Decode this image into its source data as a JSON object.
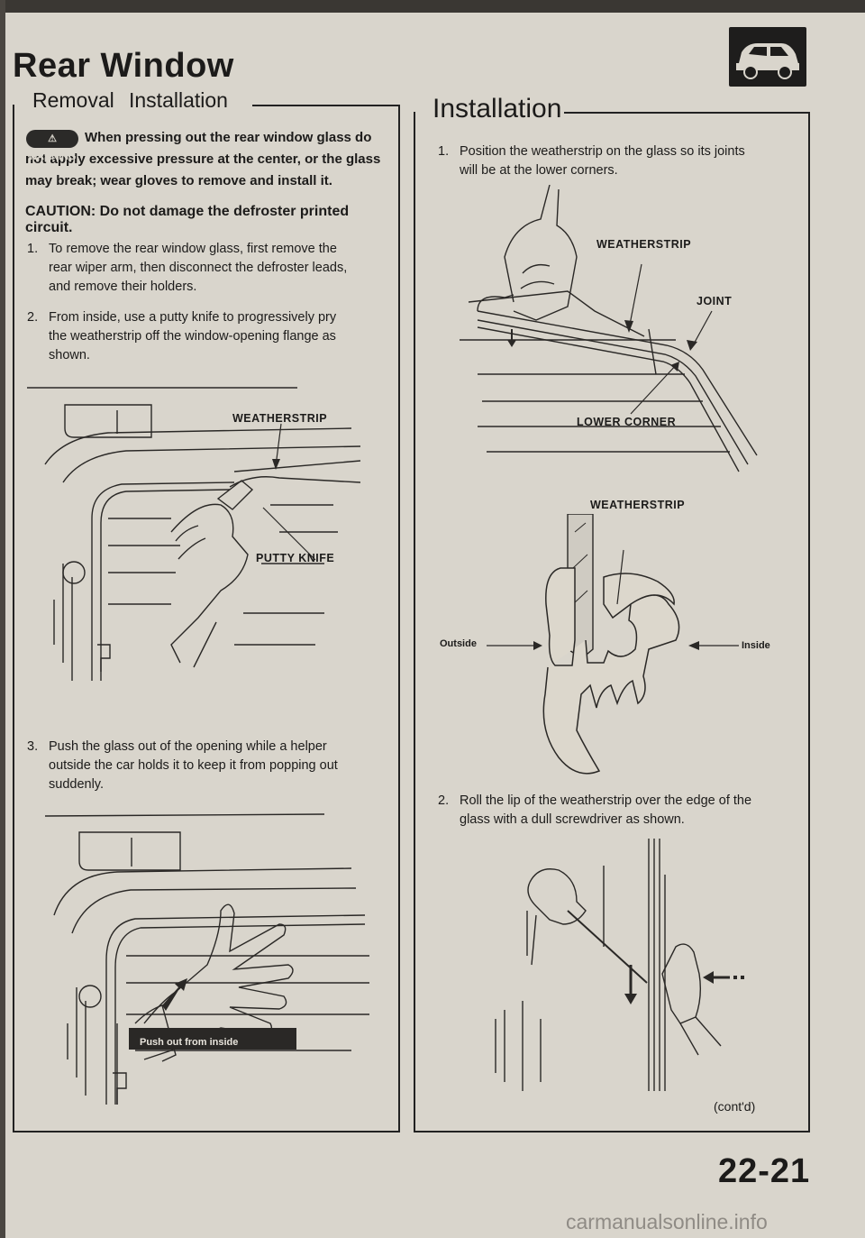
{
  "header": {
    "title": "Rear Window",
    "tab_removal": "Removal",
    "tab_installation": "Installation"
  },
  "removal": {
    "warning_badge": "WARNING",
    "warning_text": "When pressing out the rear window glass do not apply excessive pressure at the center, or the glass may break; wear gloves to remove and install it.",
    "caution_text": "CAUTION: Do not damage the defroster printed circuit.",
    "steps": [
      {
        "num": "1.",
        "lines": [
          "To remove the rear window glass, first remove the",
          "rear wiper arm, then disconnect the defroster leads,",
          "and remove their holders."
        ]
      },
      {
        "num": "2.",
        "lines": [
          "From inside, use a putty knife to progressively pry",
          "the weatherstrip off the window-opening flange as",
          "shown."
        ]
      },
      {
        "num": "3.",
        "lines": [
          "Push the glass out of the opening while a helper",
          "outside the car holds it to keep it from popping out",
          "suddenly."
        ]
      }
    ],
    "fig1_labels": {
      "weatherstrip": "WEATHERSTRIP",
      "putty_knife": "PUTTY KNIFE"
    },
    "fig2_labels": {
      "push": "Push out from inside"
    }
  },
  "installation": {
    "title": "Installation",
    "steps": [
      {
        "num": "1.",
        "lines": [
          "Position the weatherstrip on the glass so its joints",
          "will be at the lower corners."
        ]
      },
      {
        "num": "2.",
        "lines": [
          "Roll the lip of the weatherstrip over the edge of the",
          "glass with a dull screwdriver as shown."
        ]
      }
    ],
    "fig1_labels": {
      "weatherstrip": "WEATHERSTRIP",
      "joint": "JOINT",
      "lower_corner": "LOWER CORNER"
    },
    "fig2_labels": {
      "weatherstrip": "WEATHERSTRIP",
      "outside": "Outside",
      "inside": "Inside"
    },
    "cont": "(cont'd)"
  },
  "footer": {
    "page_number": "22-21",
    "watermark": "carmanualsonline.info"
  }
}
